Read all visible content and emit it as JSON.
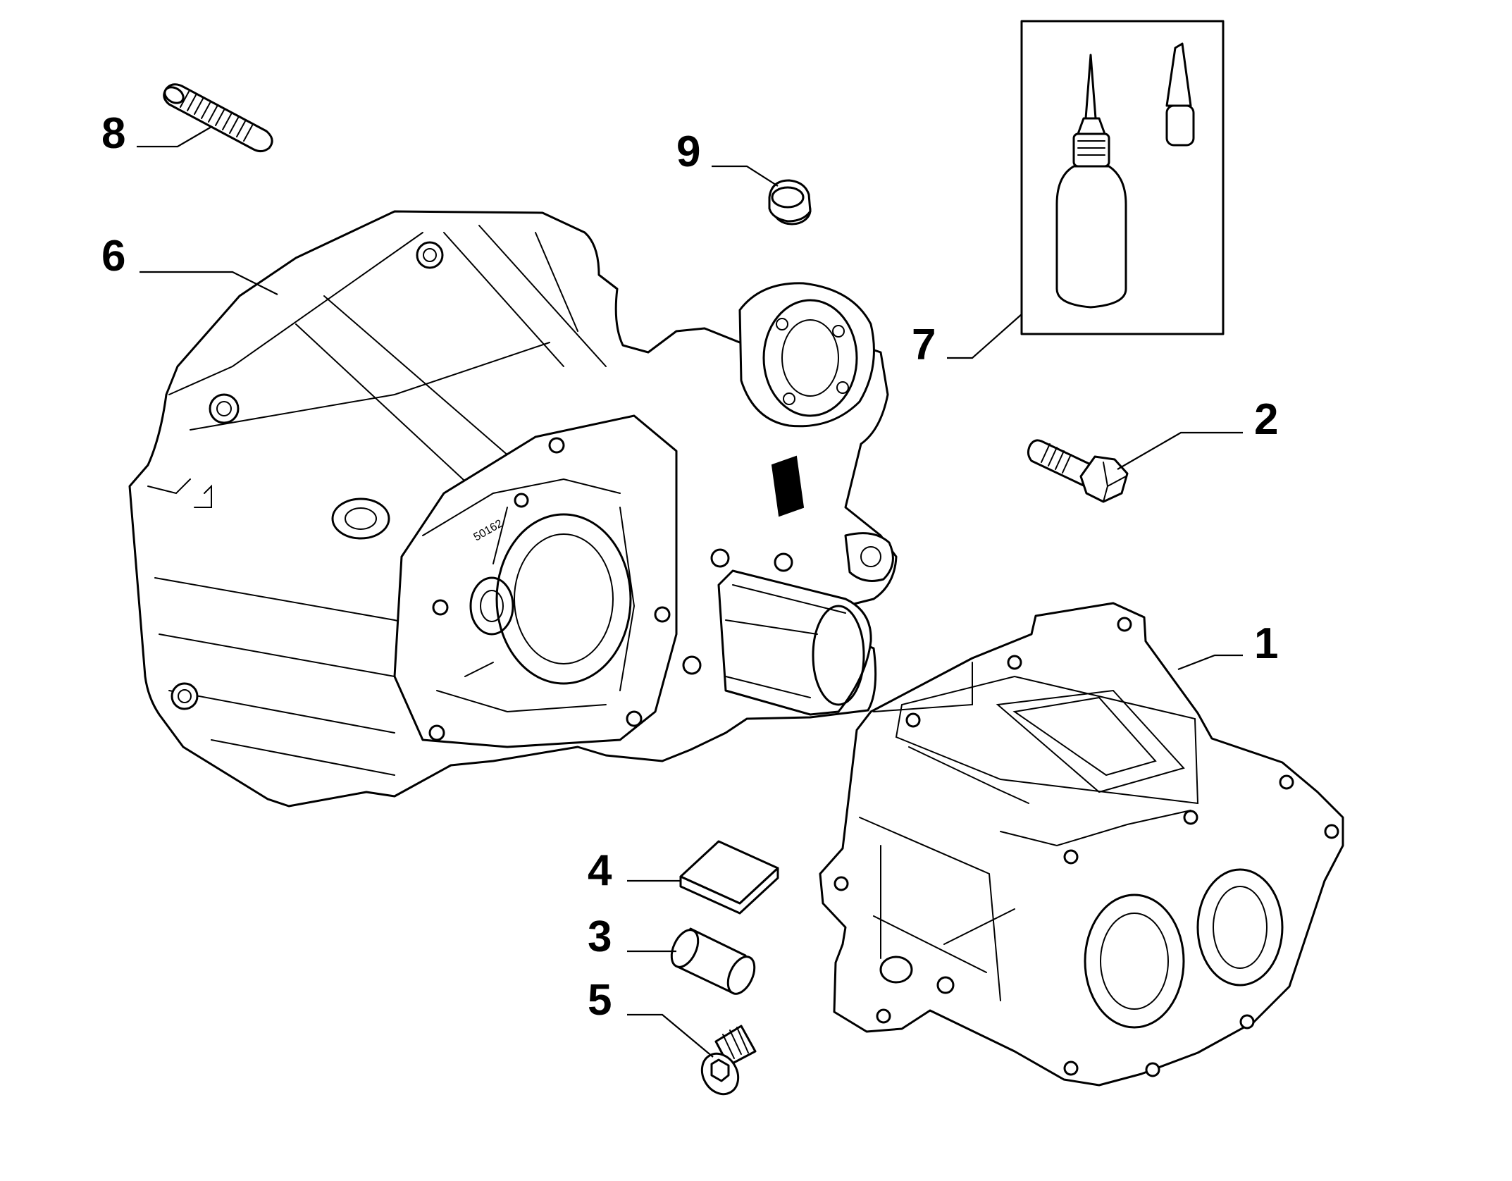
{
  "diagram": {
    "callouts": [
      {
        "id": "1",
        "label": "1"
      },
      {
        "id": "2",
        "label": "2"
      },
      {
        "id": "3",
        "label": "3"
      },
      {
        "id": "4",
        "label": "4"
      },
      {
        "id": "5",
        "label": "5"
      },
      {
        "id": "6",
        "label": "6"
      },
      {
        "id": "7",
        "label": "7"
      },
      {
        "id": "8",
        "label": "8"
      },
      {
        "id": "9",
        "label": "9"
      }
    ],
    "casting_mark": "50162"
  }
}
